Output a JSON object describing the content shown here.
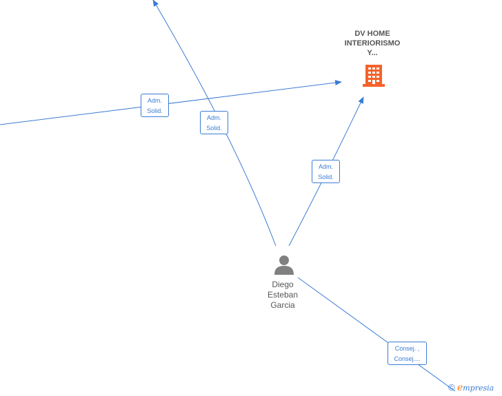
{
  "company": {
    "title_lines": [
      "DV HOME",
      "INTERIORISMO",
      "Y..."
    ],
    "icon": "building-icon",
    "color": "#f4622a"
  },
  "person": {
    "name_lines": [
      "Diego",
      "Esteban",
      "Garcia"
    ],
    "icon": "person-icon",
    "color": "#808080"
  },
  "edges": [
    {
      "id": "a",
      "label_lines": [
        "Adm.",
        "Solid."
      ]
    },
    {
      "id": "b",
      "label_lines": [
        "Adm.",
        "Solid."
      ]
    },
    {
      "id": "c",
      "label_lines": [
        "Adm.",
        "Solid."
      ]
    },
    {
      "id": "d",
      "label_lines": [
        "Consej. ,",
        "Consej...."
      ]
    }
  ],
  "brand": {
    "copyright": "©",
    "initial": "e",
    "rest": "mpresia"
  },
  "colors": {
    "edge": "#3a7bd5",
    "text": "#555555"
  }
}
